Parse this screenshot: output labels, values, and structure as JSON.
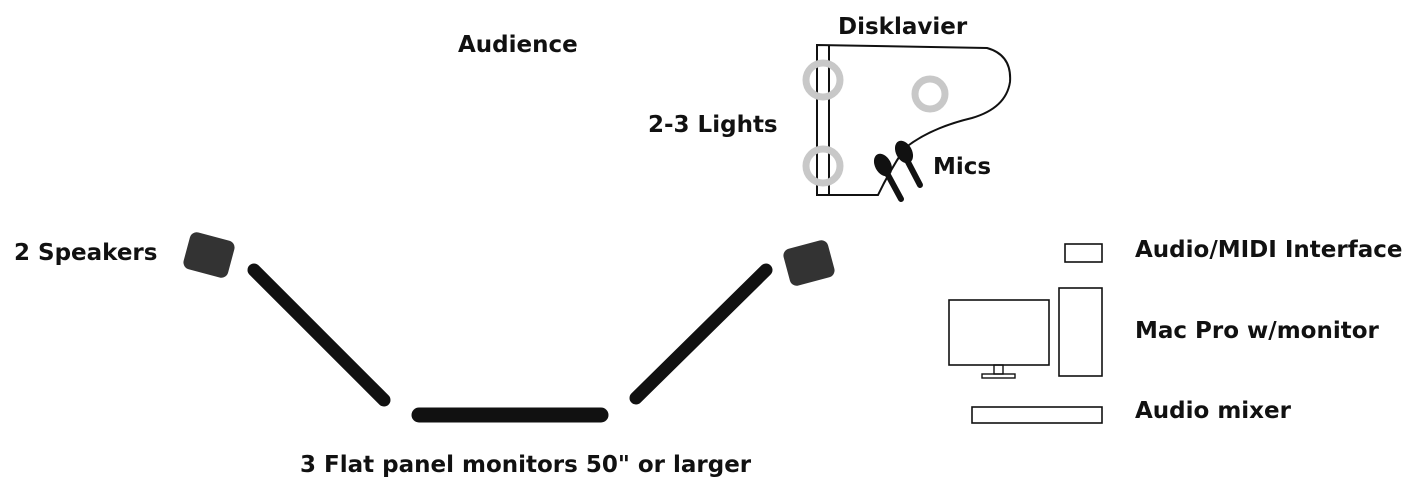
{
  "labels": {
    "audience": "Audience",
    "disklavier": "Disklavier",
    "lights": "2-3 Lights",
    "mics": "Mics",
    "speakers": "2 Speakers",
    "monitors": "3 Flat panel monitors 50\" or larger",
    "interface": "Audio/MIDI Interface",
    "computer": "Mac Pro w/monitor",
    "mixer": "Audio mixer"
  },
  "colors": {
    "ink": "#111111",
    "light_ring": "#c8c8c8",
    "speaker": "#333333",
    "background": "#ffffff"
  },
  "icons": {
    "lights": "ring-light-icon",
    "mics": "microphone-icon",
    "speakers": "speaker-icon",
    "monitors": "flat-panel-monitor-icon",
    "interface": "audio-interface-icon",
    "computer": "desktop-computer-icon",
    "mixer": "mixer-icon"
  }
}
